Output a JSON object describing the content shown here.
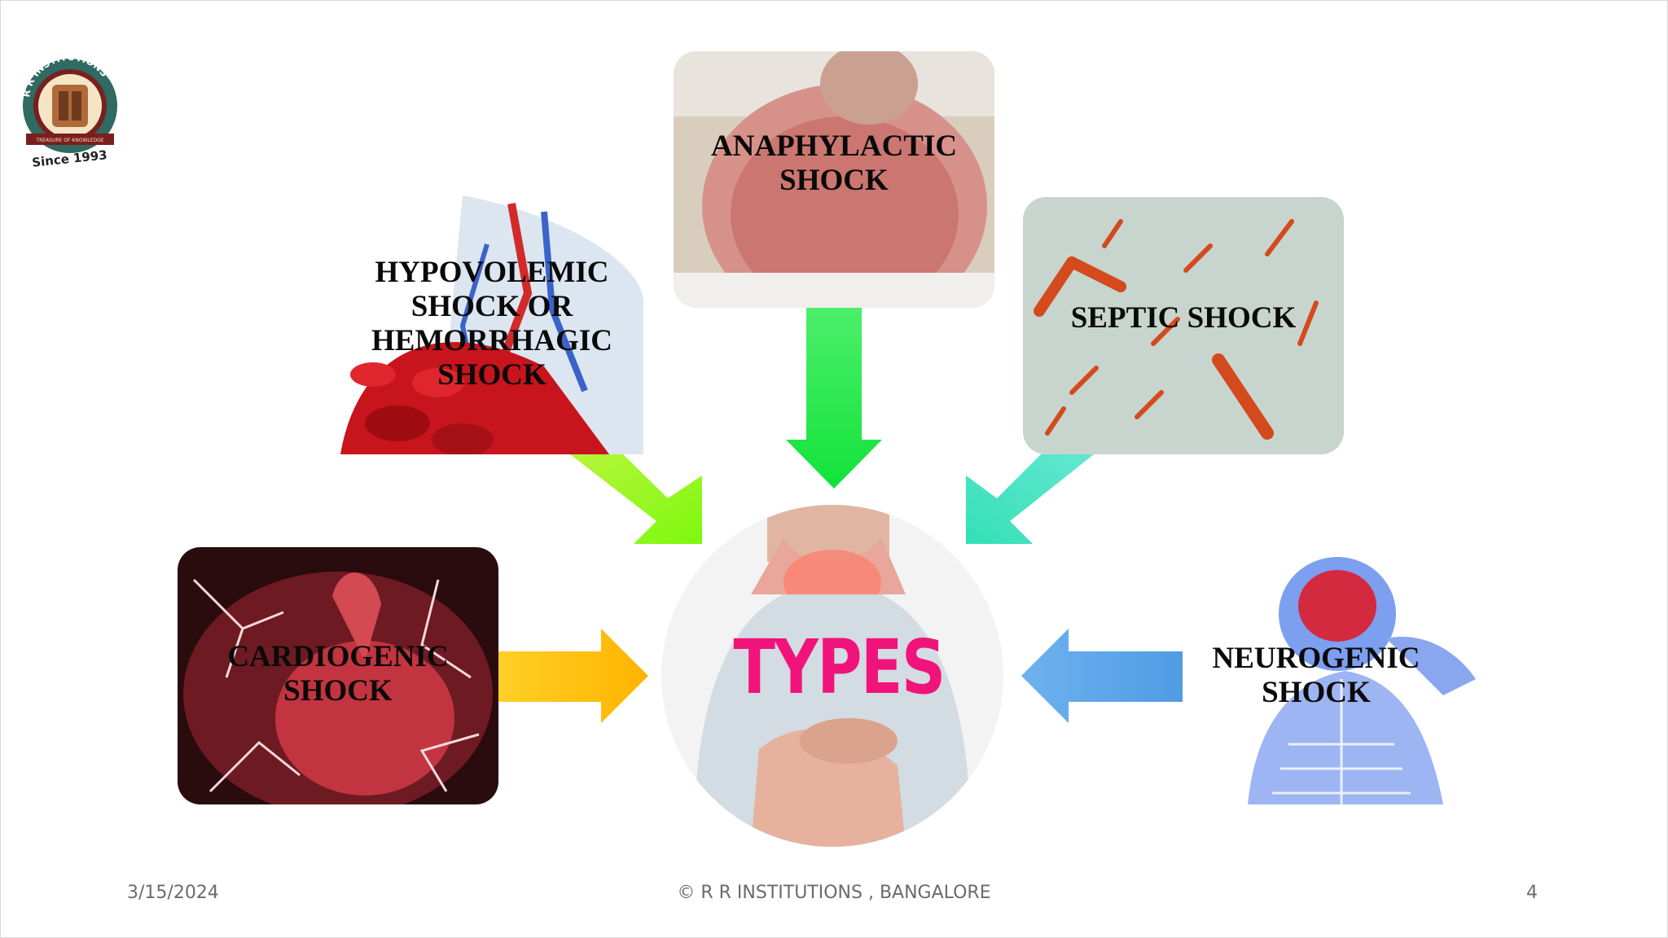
{
  "logo": {
    "ring_text": "R R INSTITUTIONS",
    "motto": "TREASURE OF KNOWLEDGE",
    "since": "Since 1993"
  },
  "center": {
    "title": "TYPES"
  },
  "types": [
    {
      "label": "ANAPHYLACTIC\nSHOCK"
    },
    {
      "label": "HYPOVOLEMIC\nSHOCK OR\nHEMORRHAGIC\nSHOCK"
    },
    {
      "label": "SEPTIC SHOCK"
    },
    {
      "label": "CARDIOGENIC\nSHOCK"
    },
    {
      "label": "NEUROGENIC\nSHOCK"
    }
  ],
  "colors": {
    "title": "#f0147a",
    "arrow_anaphylactic": "#2ee84a",
    "arrow_hypovolemic": "#8cf51e",
    "arrow_septic": "#3fe0c0",
    "arrow_cardiogenic": "#ffc20e",
    "arrow_neurogenic": "#4a9be6"
  },
  "footer": {
    "date": "3/15/2024",
    "copyright": "© R R INSTITUTIONS , BANGALORE",
    "page": "4"
  }
}
